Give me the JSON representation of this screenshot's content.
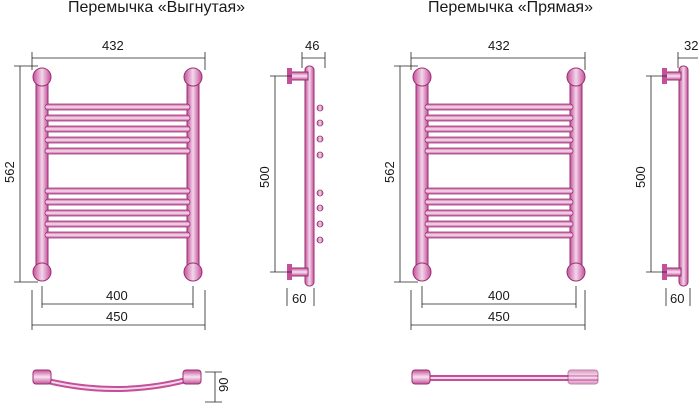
{
  "variants": [
    {
      "title": "Перемычка «Выгнутая»",
      "dims": {
        "overall_width": "432",
        "overall_height": "562",
        "mount_height": "500",
        "depth_top": "46",
        "depth_bottom": "60",
        "inner_width": "400",
        "outer_width": "450",
        "bottom_depth": "90"
      }
    },
    {
      "title": "Перемычка «Прямая»",
      "dims": {
        "overall_width": "432",
        "overall_height": "562",
        "mount_height": "500",
        "depth_top": "32",
        "depth_bottom": "60",
        "inner_width": "400",
        "outer_width": "450"
      }
    }
  ],
  "colors": {
    "rail": "#c4509a",
    "rail_light": "#e8b4d6",
    "line": "#222222"
  }
}
